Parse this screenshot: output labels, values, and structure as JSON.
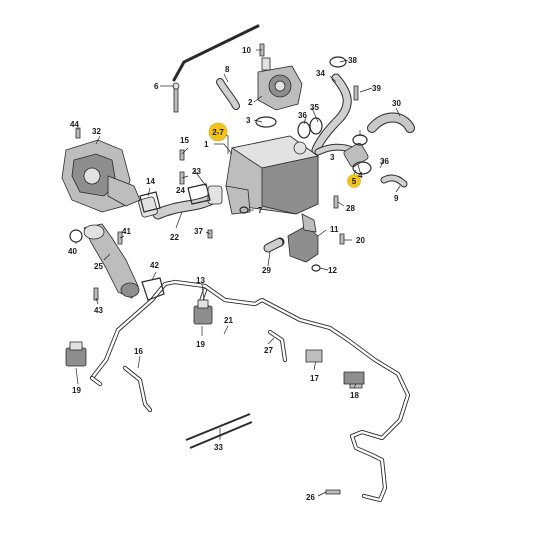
{
  "labels": {
    "l1": "1",
    "l2": "2",
    "l3a": "3",
    "l3b": "3",
    "l4": "4",
    "l5": "5",
    "l7": "7",
    "l8": "8",
    "l9": "9",
    "l10": "10",
    "l11": "11",
    "l12": "12",
    "l13": "13",
    "l14": "14",
    "l15": "15",
    "l16": "16",
    "l17": "17",
    "l18": "18",
    "l19a": "19",
    "l19b": "19",
    "l20": "20",
    "l21": "21",
    "l22": "22",
    "l23": "23",
    "l24": "24",
    "l25": "25",
    "l26": "26",
    "l27": "27",
    "l28": "28",
    "l29": "29",
    "l30": "30",
    "l32": "32",
    "l33": "33",
    "l34": "34",
    "l35": "35",
    "l36a": "36",
    "l36b": "36",
    "l37": "37",
    "l38": "38",
    "l39": "39",
    "l40": "40",
    "l41": "41",
    "l42": "42",
    "l43": "43",
    "l44": "44",
    "l27range": "2-7"
  },
  "colors": {
    "highlight": "#f2c31b",
    "line": "#2a2a2a",
    "part": "#bdbdbd"
  }
}
